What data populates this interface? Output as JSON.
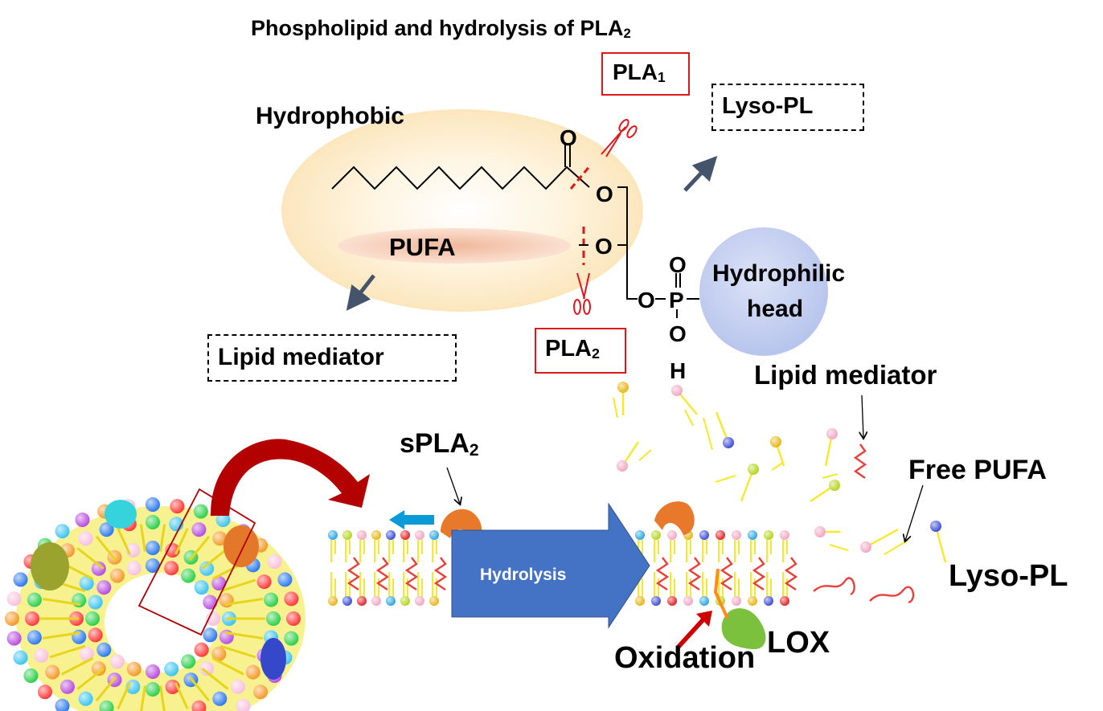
{
  "title": {
    "main": "Phospholipid and hydrolysis of PLA",
    "sub": "2"
  },
  "molecule": {
    "hydrophobic_label": "Hydrophobic",
    "pufa_label": "PUFA",
    "hydrophilic_label_line1": "Hydrophilic",
    "hydrophilic_label_line2": "head",
    "atoms": {
      "carbonyl_o": "O",
      "ester_o1": "O",
      "ester_o2": "O",
      "phosphate_o_link": "O",
      "phosphorus": "P",
      "phosphate_o_top": "O",
      "phosphate_o_bottom": "O",
      "hydrogen": "H"
    }
  },
  "enzymes": {
    "pla1": {
      "main": "PLA",
      "sub": "1"
    },
    "pla2": {
      "main": "PLA",
      "sub": "2"
    },
    "spla2": {
      "main": "sPLA",
      "sub": "2"
    },
    "lox": "LOX"
  },
  "products": {
    "lyso_pl_box": "Lyso-PL",
    "lipid_mediator_box": "Lipid mediator"
  },
  "membrane": {
    "hydrolysis_label": "Hydrolysis",
    "lipid_mediator_label": "Lipid mediator",
    "free_pufa_label": "Free PUFA",
    "lyso_pl_label": "Lyso-PL",
    "oxidation_label": "Oxidation"
  },
  "colors": {
    "enzyme_box": "#e0161b",
    "scissors": "#e0161b",
    "hydrophobic_glow": "#fde9c4",
    "pufa_glow": "#f3c2a6",
    "hydrophilic_head": "#c5d0f0",
    "hydrolysis_arrow": "#4472c4",
    "curved_arrow": "#b30000",
    "tail_yellow": "#f6e82a",
    "pufa_red": "#e8403b",
    "slate_arrow": "#44546a",
    "enzyme_orange": "#e8792b",
    "lox_green": "#7cc13d",
    "blue_arrow": "#0a9ad8"
  }
}
